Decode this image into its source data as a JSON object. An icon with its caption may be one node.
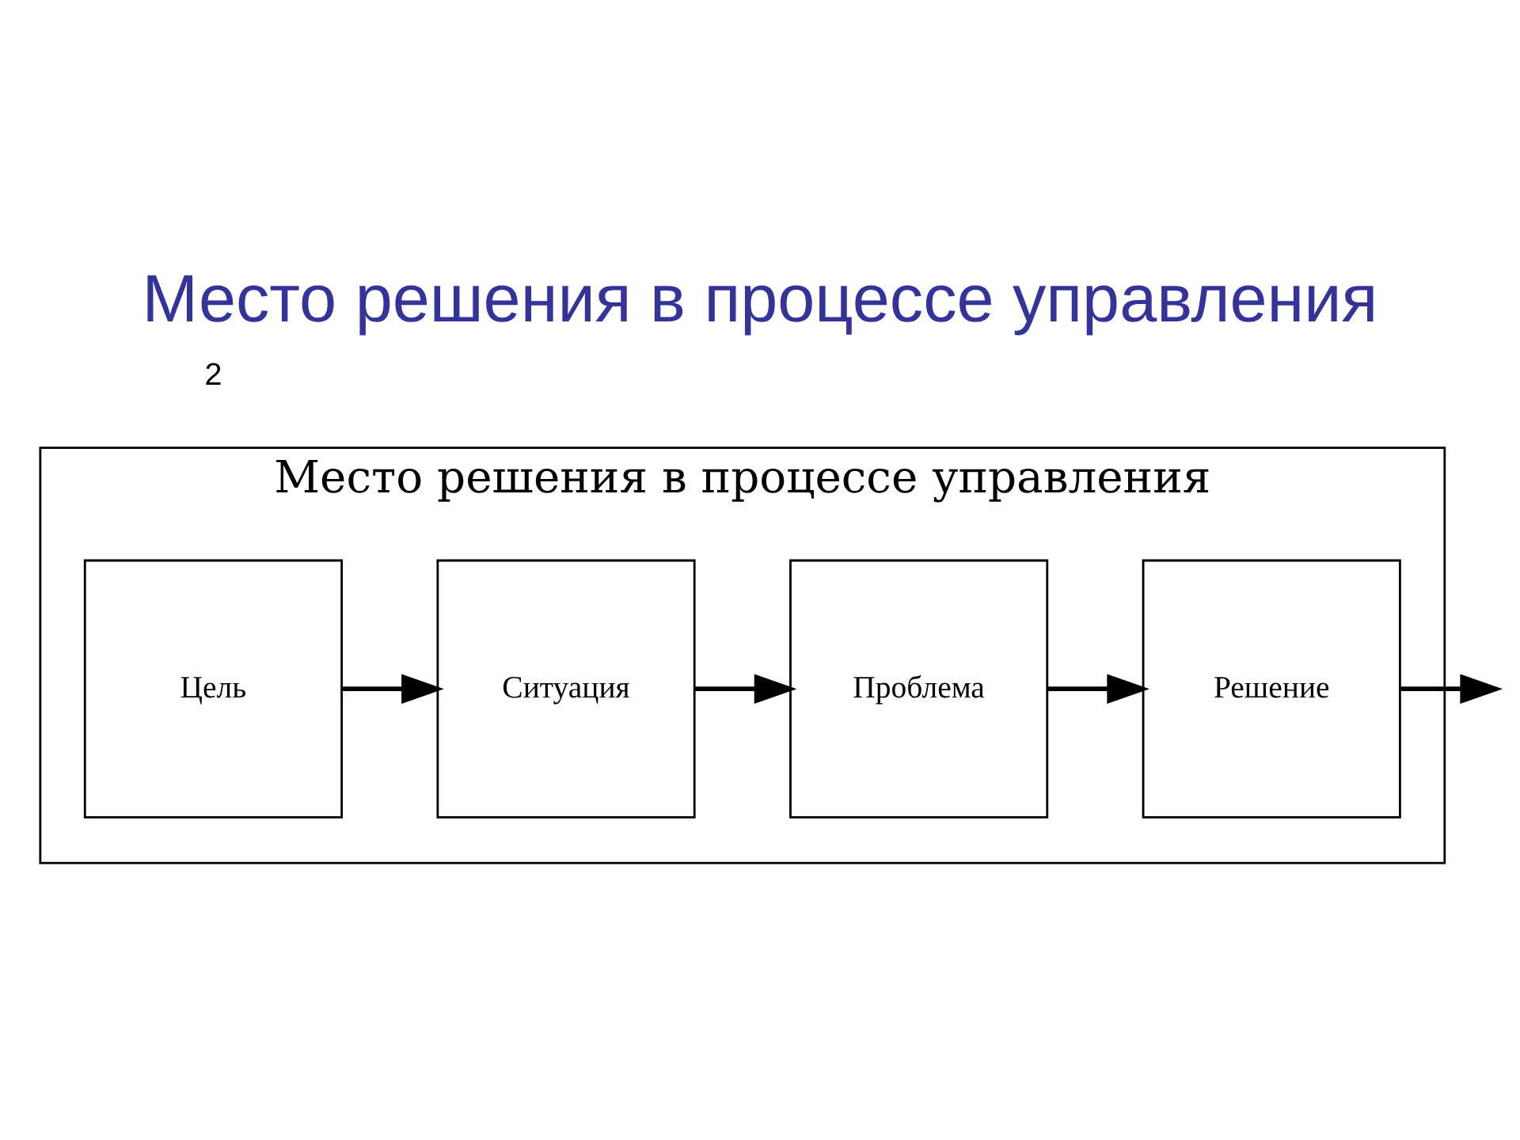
{
  "diagram": {
    "title": "Место решения в процессе управления",
    "nodes": [
      {
        "text": [
          "Место решения в процессе управления"
        ]
      },
      {
        "text": [
          "Цель"
        ],
        "in": 0
      },
      {
        "text": [
          "Ситуация"
        ],
        "in": 0
      },
      {
        "text": [
          "Проблема"
        ],
        "in": 0
      },
      {
        "text": [
          "Решение"
        ],
        "in": 0
      }
    ],
    "edges": [
      {
        "from": 1,
        "to": 2,
        "arrow": "to"
      },
      {
        "from": 2,
        "to": 3,
        "arrow": "to"
      },
      {
        "from": 3,
        "to": 4,
        "arrow": "to"
      },
      {
        "from": 4,
        "to": null,
        "arrow": "to"
      }
    ],
    "labels": [
      "2"
    ]
  }
}
